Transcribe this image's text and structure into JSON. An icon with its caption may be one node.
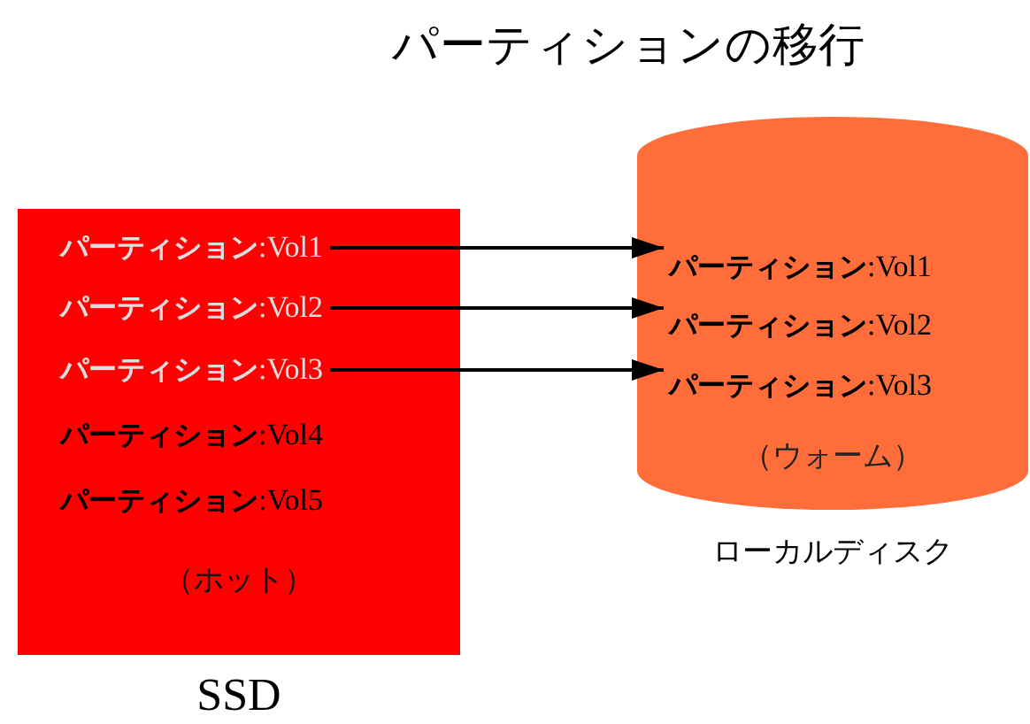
{
  "diagram": {
    "title": "パーティションの移行",
    "nodes": [
      {
        "text": [
          "（ホット）"
        ],
        "beside": [
          "SSD"
        ]
      },
      {
        "text": [
          "**パーティション**:Vol1"
        ],
        "in": 0
      },
      {
        "text": [
          "**パーティション**:Vol2"
        ],
        "in": 0
      },
      {
        "text": [
          "**パーティション**:Vol3"
        ],
        "in": 0
      },
      {
        "text": [
          "**パーティション**:Vol4"
        ],
        "in": 0
      },
      {
        "text": [
          "**パーティション**:Vol5"
        ],
        "in": 0
      },
      {
        "text": [
          "（ウォーム）"
        ],
        "beside": [
          "ローカルディスク"
        ]
      },
      {
        "text": [
          "**パーティション**:Vol1"
        ],
        "in": 6
      },
      {
        "text": [
          "**パーティション**:Vol2"
        ],
        "in": 6
      },
      {
        "text": [
          "**パーティション**:Vol3"
        ],
        "in": 6
      }
    ],
    "edges": [
      {
        "from": 1,
        "to": 7,
        "arrow": "to"
      },
      {
        "from": 2,
        "to": 8,
        "arrow": "to"
      },
      {
        "from": 3,
        "to": 9,
        "arrow": "to"
      }
    ]
  }
}
